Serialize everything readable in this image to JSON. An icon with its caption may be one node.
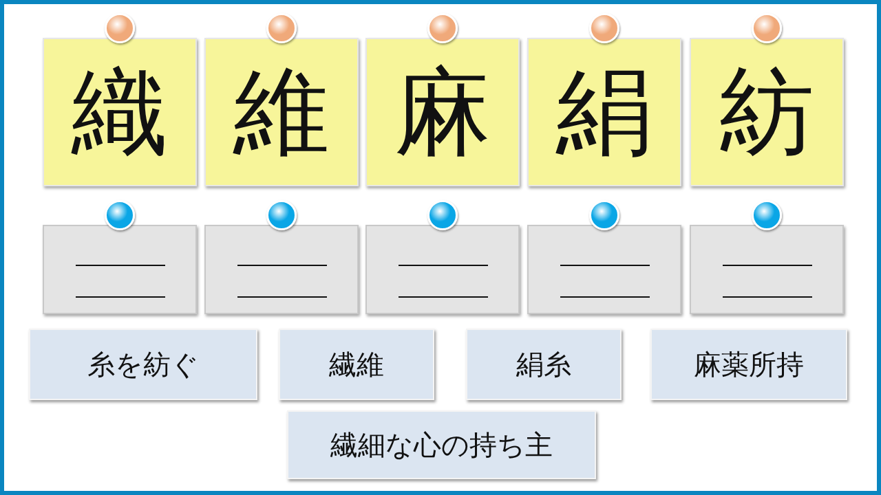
{
  "diagram": {
    "nodes": [
      {
        "text": [
          "織"
        ]
      },
      {
        "text": [
          "維"
        ]
      },
      {
        "text": [
          "麻"
        ]
      },
      {
        "text": [
          "絹"
        ]
      },
      {
        "text": [
          "紡"
        ]
      },
      {
        "text": [],
        "shape": "box"
      },
      {
        "text": [],
        "shape": "box"
      },
      {
        "text": [],
        "shape": "box"
      },
      {
        "text": [],
        "shape": "box"
      },
      {
        "text": [],
        "shape": "box"
      },
      {
        "text": [
          "糸を紡ぐ"
        ]
      },
      {
        "text": [
          "繊維"
        ]
      },
      {
        "text": [
          "絹糸"
        ]
      },
      {
        "text": [
          "麻薬所持"
        ]
      },
      {
        "text": [
          "繊細な心の持ち主"
        ]
      }
    ],
    "edges": []
  }
}
